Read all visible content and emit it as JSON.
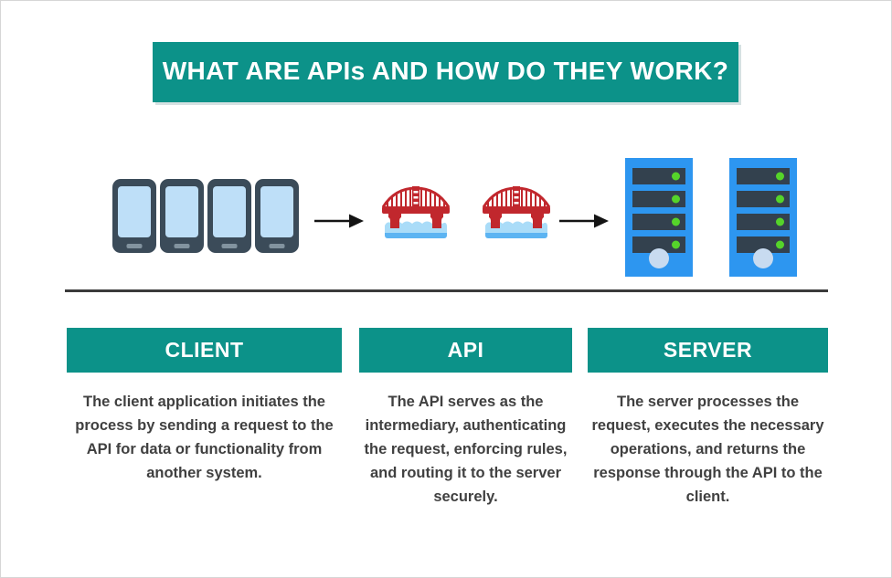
{
  "title": "WHAT ARE APIs AND HOW DO THEY WORK?",
  "flow": {
    "phone_count": 4,
    "bridge_count": 2,
    "server_count": 2,
    "server_rows": 4,
    "client_icon": "smartphone",
    "api_icon": "suspension-bridge",
    "server_icon": "server-tower",
    "connector": "right-arrow"
  },
  "columns": [
    {
      "header": "CLIENT",
      "body": "The client application initiates the process by sending a request to the API for data or functionality from another system."
    },
    {
      "header": "API",
      "body": "The API serves as the intermediary, authenticating the request, enforcing rules, and routing it to the server securely."
    },
    {
      "header": "SERVER",
      "body": "The server processes the request, executes the necessary operations, and returns the response through the API to the client."
    }
  ],
  "colors": {
    "teal": "#0c9289",
    "title_text": "#ffffff",
    "body_text": "#404040",
    "divider": "#3b3b3b",
    "arrow": "#141414",
    "phone_body": "#3b4b59",
    "phone_screen": "#bedff8",
    "phone_home": "#82939f",
    "server_blue": "#2d96f0",
    "server_slot": "#33414e",
    "server_led": "#55d42a",
    "server_power": "#c8dbf0",
    "bridge_red": "#c1272d",
    "water_light": "#aadcf8",
    "water_dark": "#5cb4f2"
  }
}
